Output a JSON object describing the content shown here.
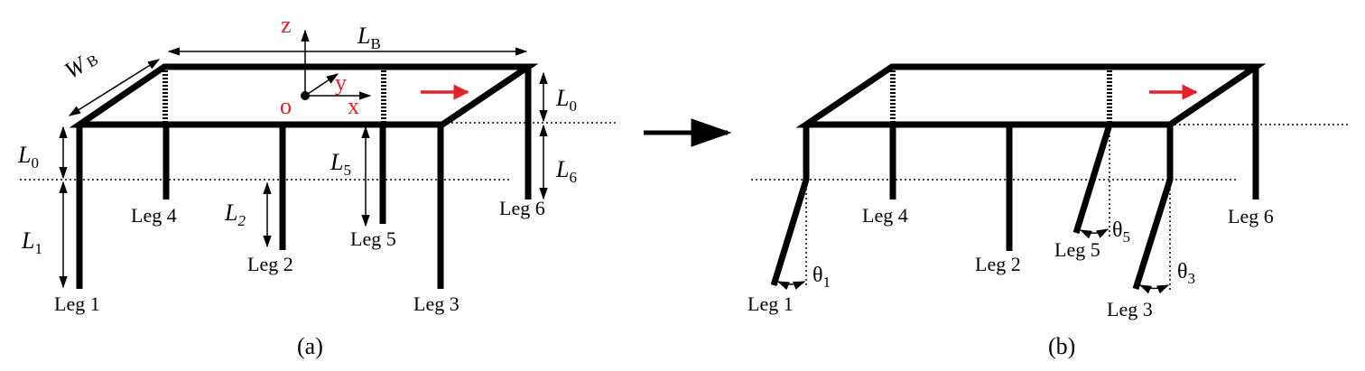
{
  "panel_a": {
    "caption": "(a)",
    "legs": [
      "Leg 1",
      "Leg 2",
      "Leg 3",
      "Leg 4",
      "Leg 5",
      "Leg 6"
    ],
    "dims": {
      "wb_main": "W",
      "wb_sub": "B",
      "lb_main": "L",
      "lb_sub": "B",
      "l0_main": "L",
      "l0_sub": "0",
      "l1_main": "L",
      "l1_sub": "1",
      "l2_main": "L",
      "l2_sub": "2",
      "l5_main": "L",
      "l5_sub": "5",
      "l6_main": "L",
      "l6_sub": "6"
    },
    "axes": {
      "z": "z",
      "y": "y",
      "x": "x",
      "origin": "o"
    }
  },
  "panel_b": {
    "caption": "(b)",
    "legs": [
      "Leg 1",
      "Leg 2",
      "Leg 3",
      "Leg 4",
      "Leg 5",
      "Leg 6"
    ],
    "angles": {
      "t1_main": "θ",
      "t1_sub": "1",
      "t3_main": "θ",
      "t3_sub": "3",
      "t5_main": "θ",
      "t5_sub": "5"
    }
  },
  "colors": {
    "accent": "#e8202a",
    "ink": "#000000"
  },
  "icons": {
    "transition": "right-arrow-icon",
    "direction": "red-arrow-icon"
  }
}
